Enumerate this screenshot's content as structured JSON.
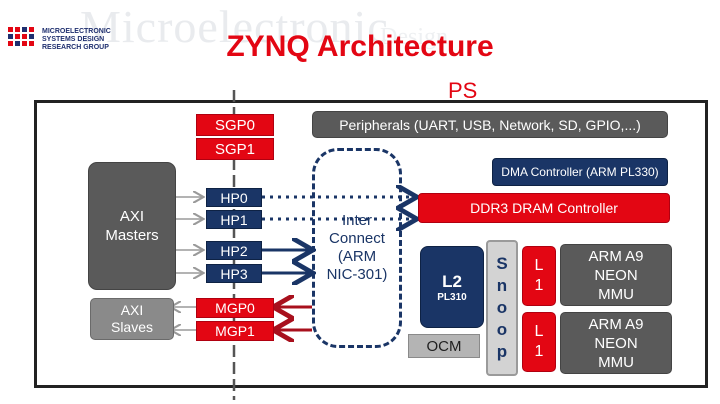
{
  "header": {
    "watermark": "Microelectronic",
    "watermark2": "Design",
    "logo_lines": [
      "MICROELECTRONIC",
      "SYSTEMS DESIGN",
      "RESEARCH GROUP"
    ],
    "title": "ZYNQ Architecture"
  },
  "diagram": {
    "ps_label": "PS",
    "axi_masters": "AXI Masters",
    "axi_slaves": "AXI Slaves",
    "ports": {
      "sgp0": "SGP0",
      "sgp1": "SGP1",
      "hp0": "HP0",
      "hp1": "HP1",
      "hp2": "HP2",
      "hp3": "HP3",
      "mgp0": "MGP0",
      "mgp1": "MGP1"
    },
    "peripherals": "Peripherals (UART, USB, Network, SD, GPIO,...)",
    "interconnect": [
      "Inter",
      "Connect",
      "(ARM",
      "NIC-301)"
    ],
    "dma": "DMA Controller (ARM PL330)",
    "ddr": "DDR3 DRAM Controller",
    "l2_title": "L2",
    "l2_sub": "PL310",
    "ocm": "OCM",
    "snoop": [
      "S",
      "n",
      "o",
      "o",
      "p"
    ],
    "l1": [
      "L",
      "1"
    ],
    "cpu_lines": [
      "ARM A9",
      "NEON",
      "MMU"
    ]
  },
  "colors": {
    "red": "#e30613",
    "navy": "#1a3566",
    "gray": "#5a5a5a"
  }
}
